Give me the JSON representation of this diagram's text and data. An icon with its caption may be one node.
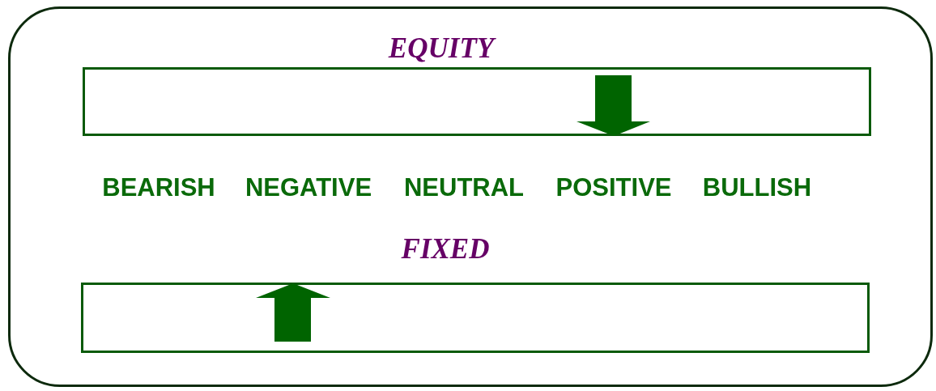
{
  "diagram": {
    "nodes": [
      {
        "text": [
          "EQUITY"
        ]
      },
      {
        "text": [
          "FIXED"
        ]
      }
    ],
    "labels": [
      "BEARISH",
      "NEGATIVE",
      "NEUTRAL",
      "POSITIVE",
      "BULLISH"
    ]
  }
}
